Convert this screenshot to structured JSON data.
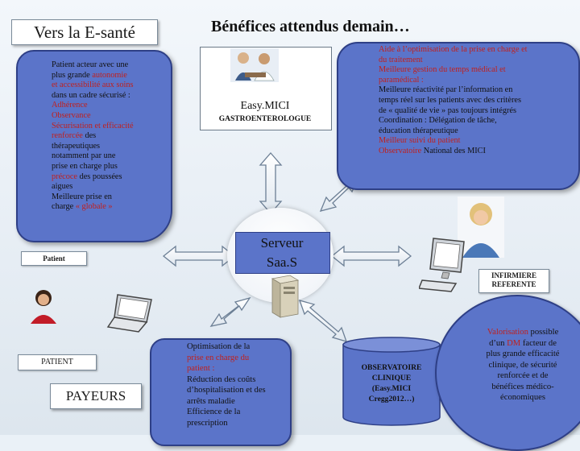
{
  "slide": {
    "section_title": "Vers la E-santé",
    "main_title": "Bénéfices attendus demain…"
  },
  "patient_blob": {
    "lines": [
      {
        "segs": [
          {
            "t": "Patient acteur avec une",
            "red": false
          }
        ]
      },
      {
        "segs": [
          {
            "t": "plus grande ",
            "red": false
          },
          {
            "t": "autonomie",
            "red": true
          }
        ]
      },
      {
        "segs": [
          {
            "t": "et accessibilité aux soins",
            "red": true
          }
        ]
      },
      {
        "segs": [
          {
            "t": "dans un cadre sécurisé :",
            "red": false
          }
        ]
      },
      {
        "segs": [
          {
            "t": "Adhérence",
            "red": true
          }
        ]
      },
      {
        "segs": [
          {
            "t": "Observance",
            "red": true
          }
        ]
      },
      {
        "segs": [
          {
            "t": "Sécurisation et efficacité",
            "red": true
          }
        ]
      },
      {
        "segs": [
          {
            "t": "renforcée",
            "red": true
          },
          {
            "t": " des",
            "red": false
          }
        ]
      },
      {
        "segs": [
          {
            "t": "thérapeutiques",
            "red": false
          }
        ]
      },
      {
        "segs": [
          {
            "t": "notamment par une",
            "red": false
          }
        ]
      },
      {
        "segs": [
          {
            "t": "prise en charge plus",
            "red": false
          }
        ]
      },
      {
        "segs": [
          {
            "t": "précoce",
            "red": true
          },
          {
            "t": " des poussées",
            "red": false
          }
        ]
      },
      {
        "segs": [
          {
            "t": "aigues",
            "red": false
          }
        ]
      },
      {
        "segs": [
          {
            "t": "Meilleure prise en",
            "red": false
          }
        ]
      },
      {
        "segs": [
          {
            "t": "charge ",
            "red": false
          },
          {
            "t": "« globale »",
            "red": true
          }
        ]
      }
    ]
  },
  "gastro_blob": {
    "lines": [
      {
        "segs": [
          {
            "t": "Aide à l’optimisation de la prise en charge et",
            "red": true
          }
        ]
      },
      {
        "segs": [
          {
            "t": "du traitement",
            "red": true
          }
        ]
      },
      {
        "segs": [
          {
            "t": "Meilleure gestion du temps médical  et",
            "red": true
          }
        ]
      },
      {
        "segs": [
          {
            "t": "paramédical :",
            "red": true
          }
        ]
      },
      {
        "segs": [
          {
            "t": "Meilleure réactivité par l’information en",
            "red": false
          }
        ]
      },
      {
        "segs": [
          {
            "t": "temps réel sur les patients avec des critères",
            "red": false
          }
        ]
      },
      {
        "segs": [
          {
            "t": "de « qualité de vie » pas toujours intégrés",
            "red": false
          }
        ]
      },
      {
        "segs": [
          {
            "t": "Coordination : Délégation de tâche,",
            "red": false
          }
        ]
      },
      {
        "segs": [
          {
            "t": "éducation thérapeutique",
            "red": false
          }
        ]
      },
      {
        "segs": [
          {
            "t": "Meilleur suivi du patient",
            "red": true
          }
        ]
      },
      {
        "segs": [
          {
            "t": "Observatoire",
            "red": true
          },
          {
            "t": " National des MICI",
            "red": false
          }
        ]
      }
    ]
  },
  "easymici": {
    "title": "Easy.MICI",
    "subtitle": "GASTROENTEROLOGUE"
  },
  "server": {
    "label_line1": "Serveur",
    "label_line2": "Saa.S"
  },
  "labels": {
    "patient_top": "Patient",
    "patient_bottom": "PATIENT",
    "payeurs": "PAYEURS",
    "infirmiere_line1": "INFIRMIERE",
    "infirmiere_line2": "REFERENTE"
  },
  "payeurs_box": {
    "lines": [
      {
        "segs": [
          {
            "t": "Optimisation de la",
            "red": false
          }
        ]
      },
      {
        "segs": [
          {
            "t": "prise en charge du",
            "red": true
          }
        ]
      },
      {
        "segs": [
          {
            "t": "patient :",
            "red": true
          }
        ]
      },
      {
        "segs": [
          {
            "t": "Réduction des coûts",
            "red": false
          }
        ]
      },
      {
        "segs": [
          {
            "t": "d’hospitalisation et des",
            "red": false
          }
        ]
      },
      {
        "segs": [
          {
            "t": "arrêts maladie",
            "red": false
          }
        ]
      },
      {
        "segs": [
          {
            "t": "Efficience de la",
            "red": false
          }
        ]
      },
      {
        "segs": [
          {
            "t": "prescription",
            "red": false
          }
        ]
      }
    ]
  },
  "observatoire": {
    "lines": [
      "OBSERVATOIRE",
      "CLINIQUE",
      "(Easy.MICI",
      "Cregg2012…)"
    ]
  },
  "dm_blob": {
    "lines": [
      {
        "segs": [
          {
            "t": "Valorisation",
            "red": true
          },
          {
            "t": " possible",
            "red": false
          }
        ]
      },
      {
        "segs": [
          {
            "t": "d’un ",
            "red": false
          },
          {
            "t": "DM",
            "red": true
          },
          {
            "t": " facteur de",
            "red": false
          }
        ]
      },
      {
        "segs": [
          {
            "t": "plus grande efficacité",
            "red": false
          }
        ]
      },
      {
        "segs": [
          {
            "t": "clinique, de sécurité",
            "red": false
          }
        ]
      },
      {
        "segs": [
          {
            "t": "renforcée et de",
            "red": false
          }
        ]
      },
      {
        "segs": [
          {
            "t": "bénéfices médico-",
            "red": false
          }
        ]
      },
      {
        "segs": [
          {
            "t": "économiques",
            "red": false
          }
        ]
      }
    ]
  }
}
